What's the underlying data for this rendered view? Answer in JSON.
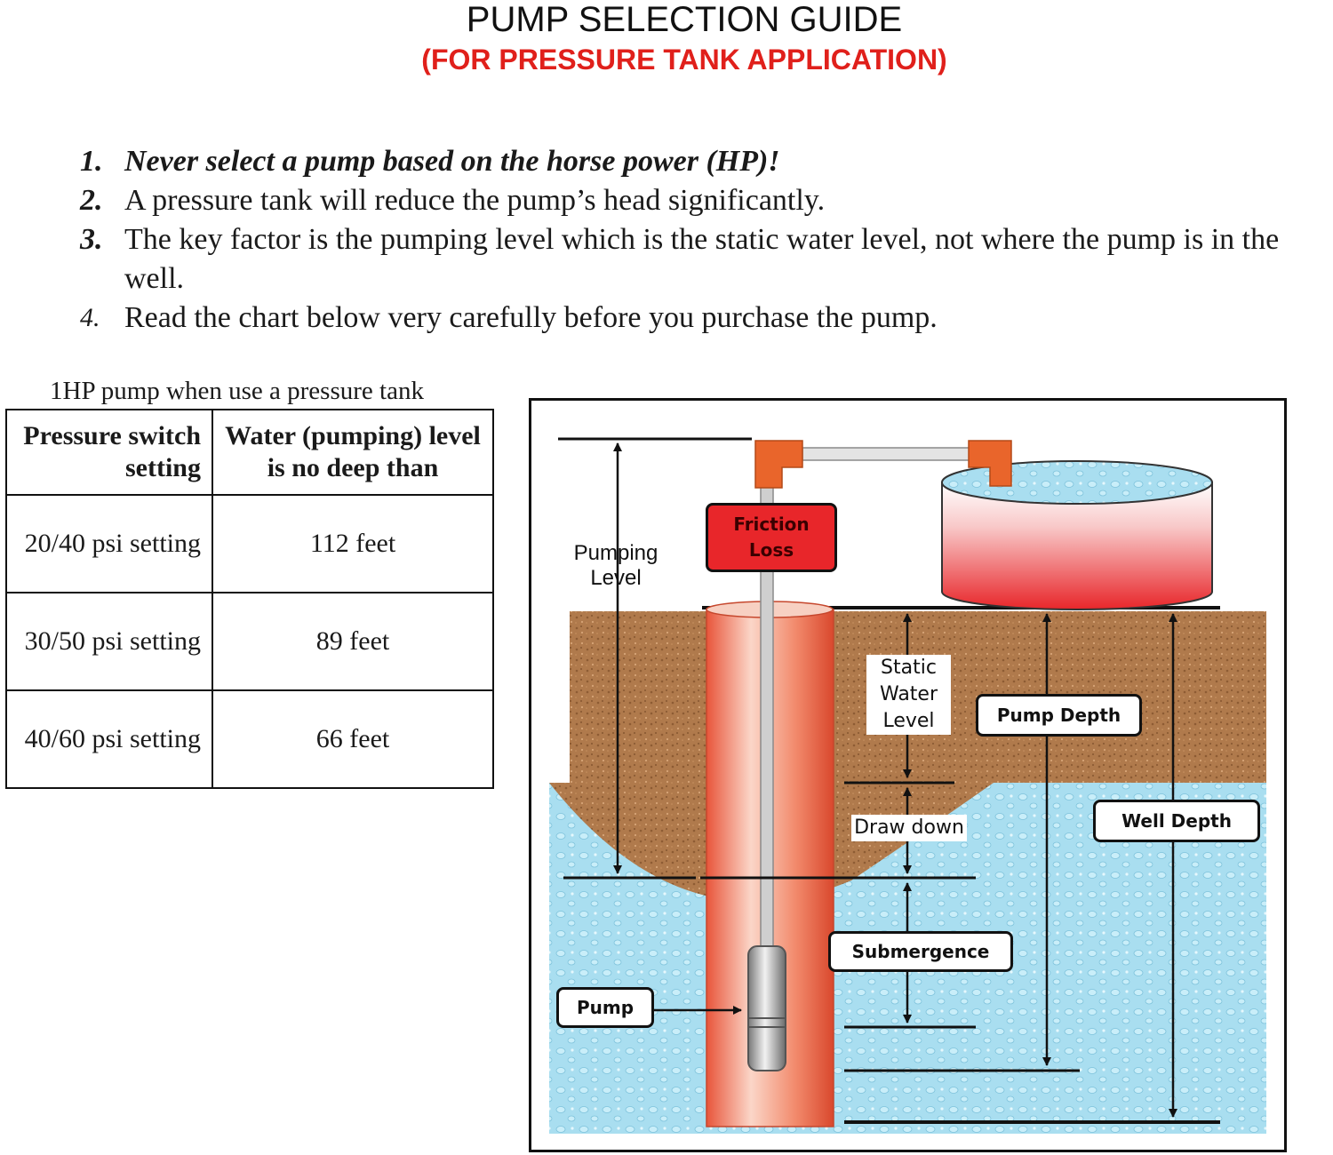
{
  "header": {
    "title": "PUMP SELECTION GUIDE",
    "subtitle": "(FOR PRESSURE TANK APPLICATION)"
  },
  "rules": [
    {
      "num": "1.",
      "text": "Never select a pump based on the horse power (HP)!"
    },
    {
      "num": "2.",
      "text": "A pressure tank will reduce the pump’s head significantly."
    },
    {
      "num": "3.",
      "text": "The key factor is the pumping level which is the static water level, not where the pump is in the well."
    },
    {
      "num": "4.",
      "text": "Read the chart below very carefully before you purchase the pump."
    }
  ],
  "table": {
    "caption": "1HP pump when use a pressure tank",
    "col1_header": "Pressure switch setting",
    "col2_header": "Water (pumping) level is no deep than",
    "rows": [
      {
        "setting": "20/40 psi setting",
        "level": "112 feet"
      },
      {
        "setting": "30/50 psi setting",
        "level": "89 feet"
      },
      {
        "setting": "40/60 psi setting",
        "level": "66 feet"
      }
    ]
  },
  "diagram": {
    "pumping_level": "Pumping Level",
    "friction_loss": "Friction Loss",
    "static_water_level": "Static Water Level",
    "pump_depth": "Pump Depth",
    "draw_down": "Draw down",
    "well_depth": "Well Depth",
    "submergence": "Submergence",
    "pump": "Pump",
    "colors": {
      "soil": "#b07a4c",
      "water": "#a9def0",
      "casing": "#f07a5c",
      "tank": "#e8262a"
    }
  }
}
